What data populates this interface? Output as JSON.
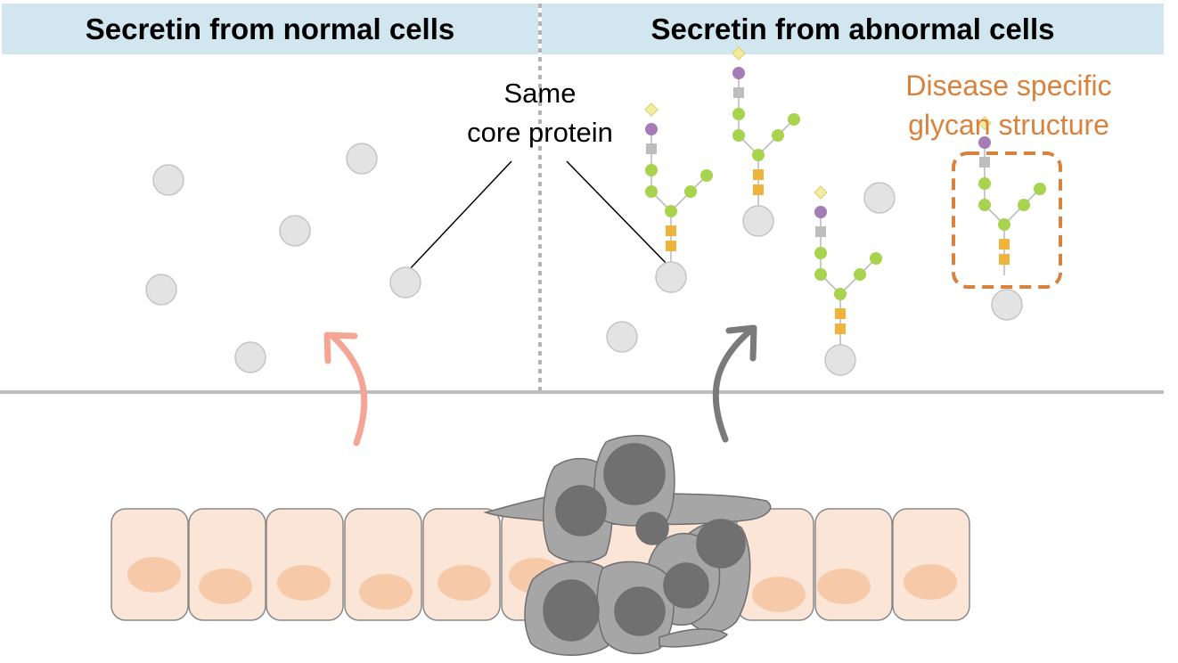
{
  "headers": {
    "left": "Secretin from normal cells",
    "right": "Secretin from abnormal cells"
  },
  "labels": {
    "core_protein": [
      "Same",
      "core protein"
    ],
    "disease_glycan": [
      "Disease specific",
      "glycan structure"
    ]
  },
  "colors": {
    "header_bg": "#d1e6ee",
    "protein": "#e3e3e3",
    "glycan_diamond": "#f3ec9e",
    "glycan_purple": "#a57db5",
    "glycan_gray": "#bdbdbd",
    "glycan_green": "#a8d34f",
    "glycan_orange": "#f0b43c",
    "normal_arrow": "#f4a593",
    "abnormal_arrow": "#7a7a7a",
    "normal_cell": "#fbe5d6",
    "nucleus": "#f6c9a8",
    "tumor_cell": "#a6a6a6",
    "tumor_nucleus": "#707070",
    "highlight": "#d9823e"
  }
}
